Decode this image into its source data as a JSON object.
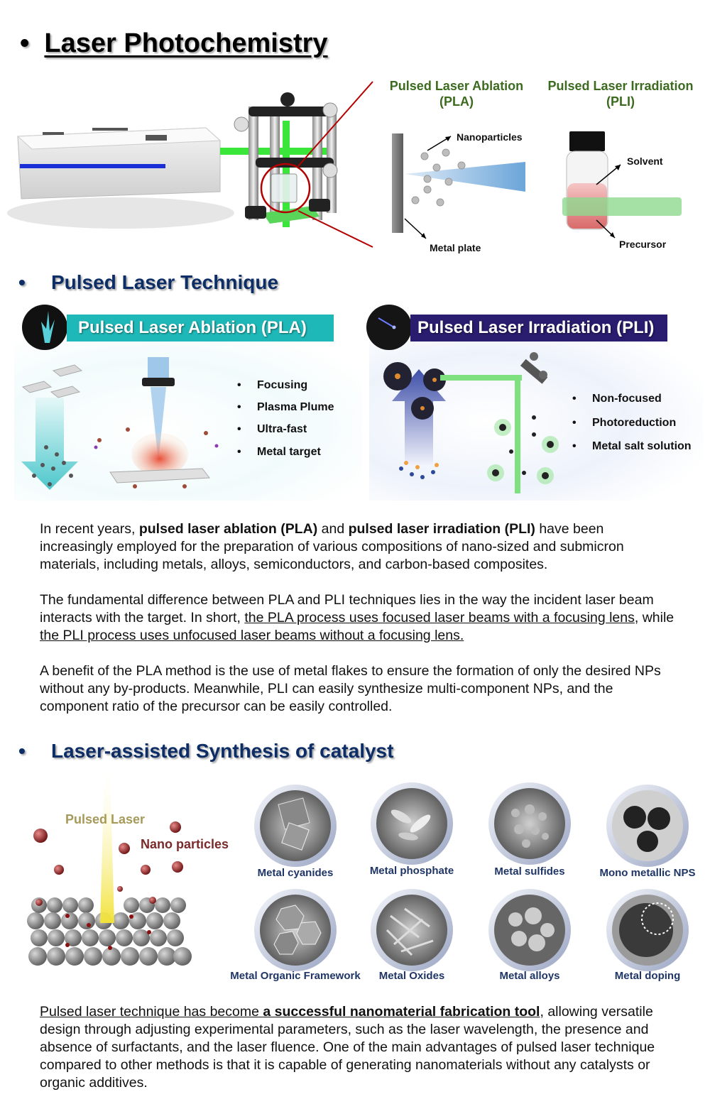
{
  "title": "Laser Photochemistry",
  "top": {
    "pla_heading": "Pulsed Laser Ablation\n(PLA)",
    "pli_heading": "Pulsed Laser Irradiation\n(PLI)",
    "nanoparticles": "Nanoparticles",
    "metal_plate": "Metal plate",
    "solvent": "Solvent",
    "precursor": "Precursor"
  },
  "section2": {
    "heading": "Pulsed Laser Technique",
    "pla_banner": "Pulsed Laser Ablation (PLA)",
    "pli_banner": "Pulsed Laser Irradiation (PLI)",
    "pla_bullets": [
      "Focusing",
      "Plasma Plume",
      "Ultra-fast",
      "Metal target"
    ],
    "pli_bullets": [
      "Non-focused",
      "Photoreduction",
      "Metal salt solution"
    ],
    "colors": {
      "pla": "#1fb8b8",
      "pli": "#2a1c6e"
    }
  },
  "paragraphs": {
    "p1": {
      "a": "In recent years, ",
      "b1": "pulsed laser ablation (PLA)",
      "c": " and ",
      "b2": "pulsed laser irradiation (PLI)",
      "d": " have been increasingly employed for the preparation of various compositions of nano-sized and submicron materials, including metals, alloys, semiconductors, and carbon-based composites."
    },
    "p2": {
      "a": "The fundamental difference between PLA and PLI techniques lies in the way the incident laser beam interacts with the target. In short, ",
      "u1": "the PLA process uses focused laser beams with a focusing lens",
      "b": ", while ",
      "u2": "the PLI process uses unfocused laser beams without a focusing lens."
    },
    "p3": "A benefit of the PLA method is the use of metal flakes to ensure the formation of only the desired NPs without any by-products. Meanwhile, PLI can easily synthesize multi-component NPs, and the component ratio of the precursor can be easily controlled."
  },
  "section3": {
    "heading": "Laser-assisted Synthesis of catalyst",
    "pulsed_laser": "Pulsed Laser",
    "nano_particles": "Nano particles",
    "categories": [
      "Metal cyanides",
      "Metal phosphate",
      "Metal sulfides",
      "Mono metallic NPS",
      "Metal Organic Framework",
      "Metal Oxides",
      "Metal alloys",
      "Metal doping"
    ]
  },
  "final": {
    "u1": "Pulsed laser technique has become ",
    "ub": "a successful nanomaterial fabrication tool",
    "rest": ", allowing versatile design through adjusting experimental parameters, such as the laser wavelength, the presence and absence of surfactants, and the laser fluence. One of the main advantages of pulsed laser technique compared to other methods is that it is capable of generating nanomaterials without any catalysts or organic additives."
  }
}
